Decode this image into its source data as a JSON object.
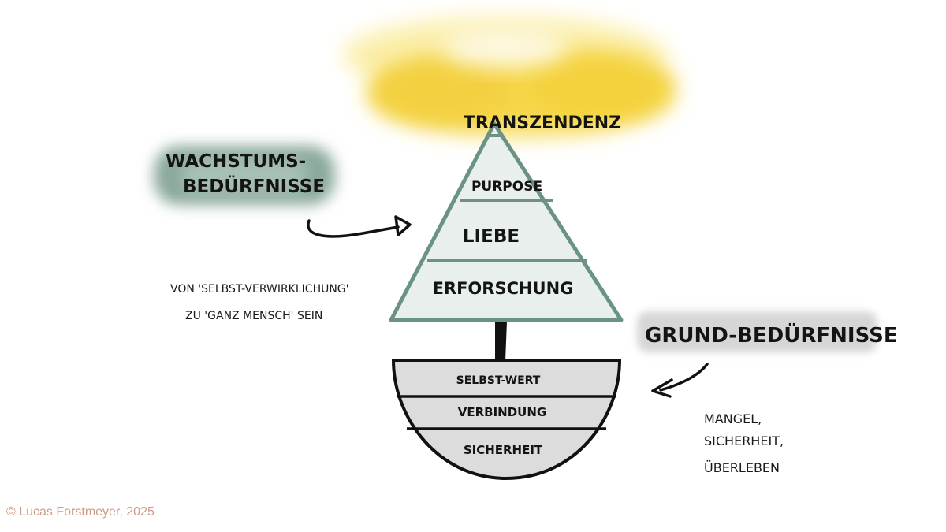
{
  "diagram": {
    "top_label": "TRANSZENDENZ",
    "pyramid_levels": [
      "PURPOSE",
      "LIEBE",
      "ERFORSCHUNG"
    ],
    "bowl_levels": [
      "SELBST-WERT",
      "VERBINDUNG",
      "SICHERHEIT"
    ],
    "growth_label": [
      "WACHSTUMS-",
      "BEDÜRFNISSE"
    ],
    "growth_note": [
      "VON 'SELBST-VERWIRKLICHUNG'",
      "ZU 'GANZ MENSCH' SEIN"
    ],
    "basic_label": "GRUND-BEDÜRFNISSE",
    "basic_note": [
      "MANGEL,",
      "SICHERHEIT,",
      "ÜBERLEBEN"
    ]
  },
  "colors": {
    "cloud": "#f5d442",
    "green": "#6b9383",
    "green_blob": "#8fae9f",
    "pyramid_fill": "#e8efec",
    "bowl_fill": "#dcdcdc",
    "grey_blob": "#d9d9d9",
    "copyright": "#cf9a80"
  },
  "copyright": "© Lucas Forstmeyer, 2025"
}
